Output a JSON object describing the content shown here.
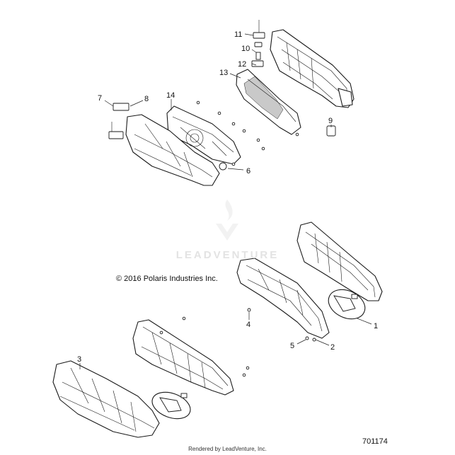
{
  "copyright": "© 2016 Polaris Industries Inc.",
  "figure_number": "701174",
  "rendered_by": "Rendered by LeadVenture, Inc.",
  "watermark": "LEADVENTURE",
  "callouts": [
    {
      "id": "c1",
      "label": "1"
    },
    {
      "id": "c2",
      "label": "2"
    },
    {
      "id": "c3",
      "label": "3"
    },
    {
      "id": "c4",
      "label": "4"
    },
    {
      "id": "c5",
      "label": "5"
    },
    {
      "id": "c6",
      "label": "6"
    },
    {
      "id": "c7",
      "label": "7"
    },
    {
      "id": "c8",
      "label": "8"
    },
    {
      "id": "c9",
      "label": "9"
    },
    {
      "id": "c10",
      "label": "10"
    },
    {
      "id": "c11",
      "label": "11"
    },
    {
      "id": "c12",
      "label": "12"
    },
    {
      "id": "c13",
      "label": "13"
    },
    {
      "id": "c14",
      "label": "14"
    }
  ]
}
